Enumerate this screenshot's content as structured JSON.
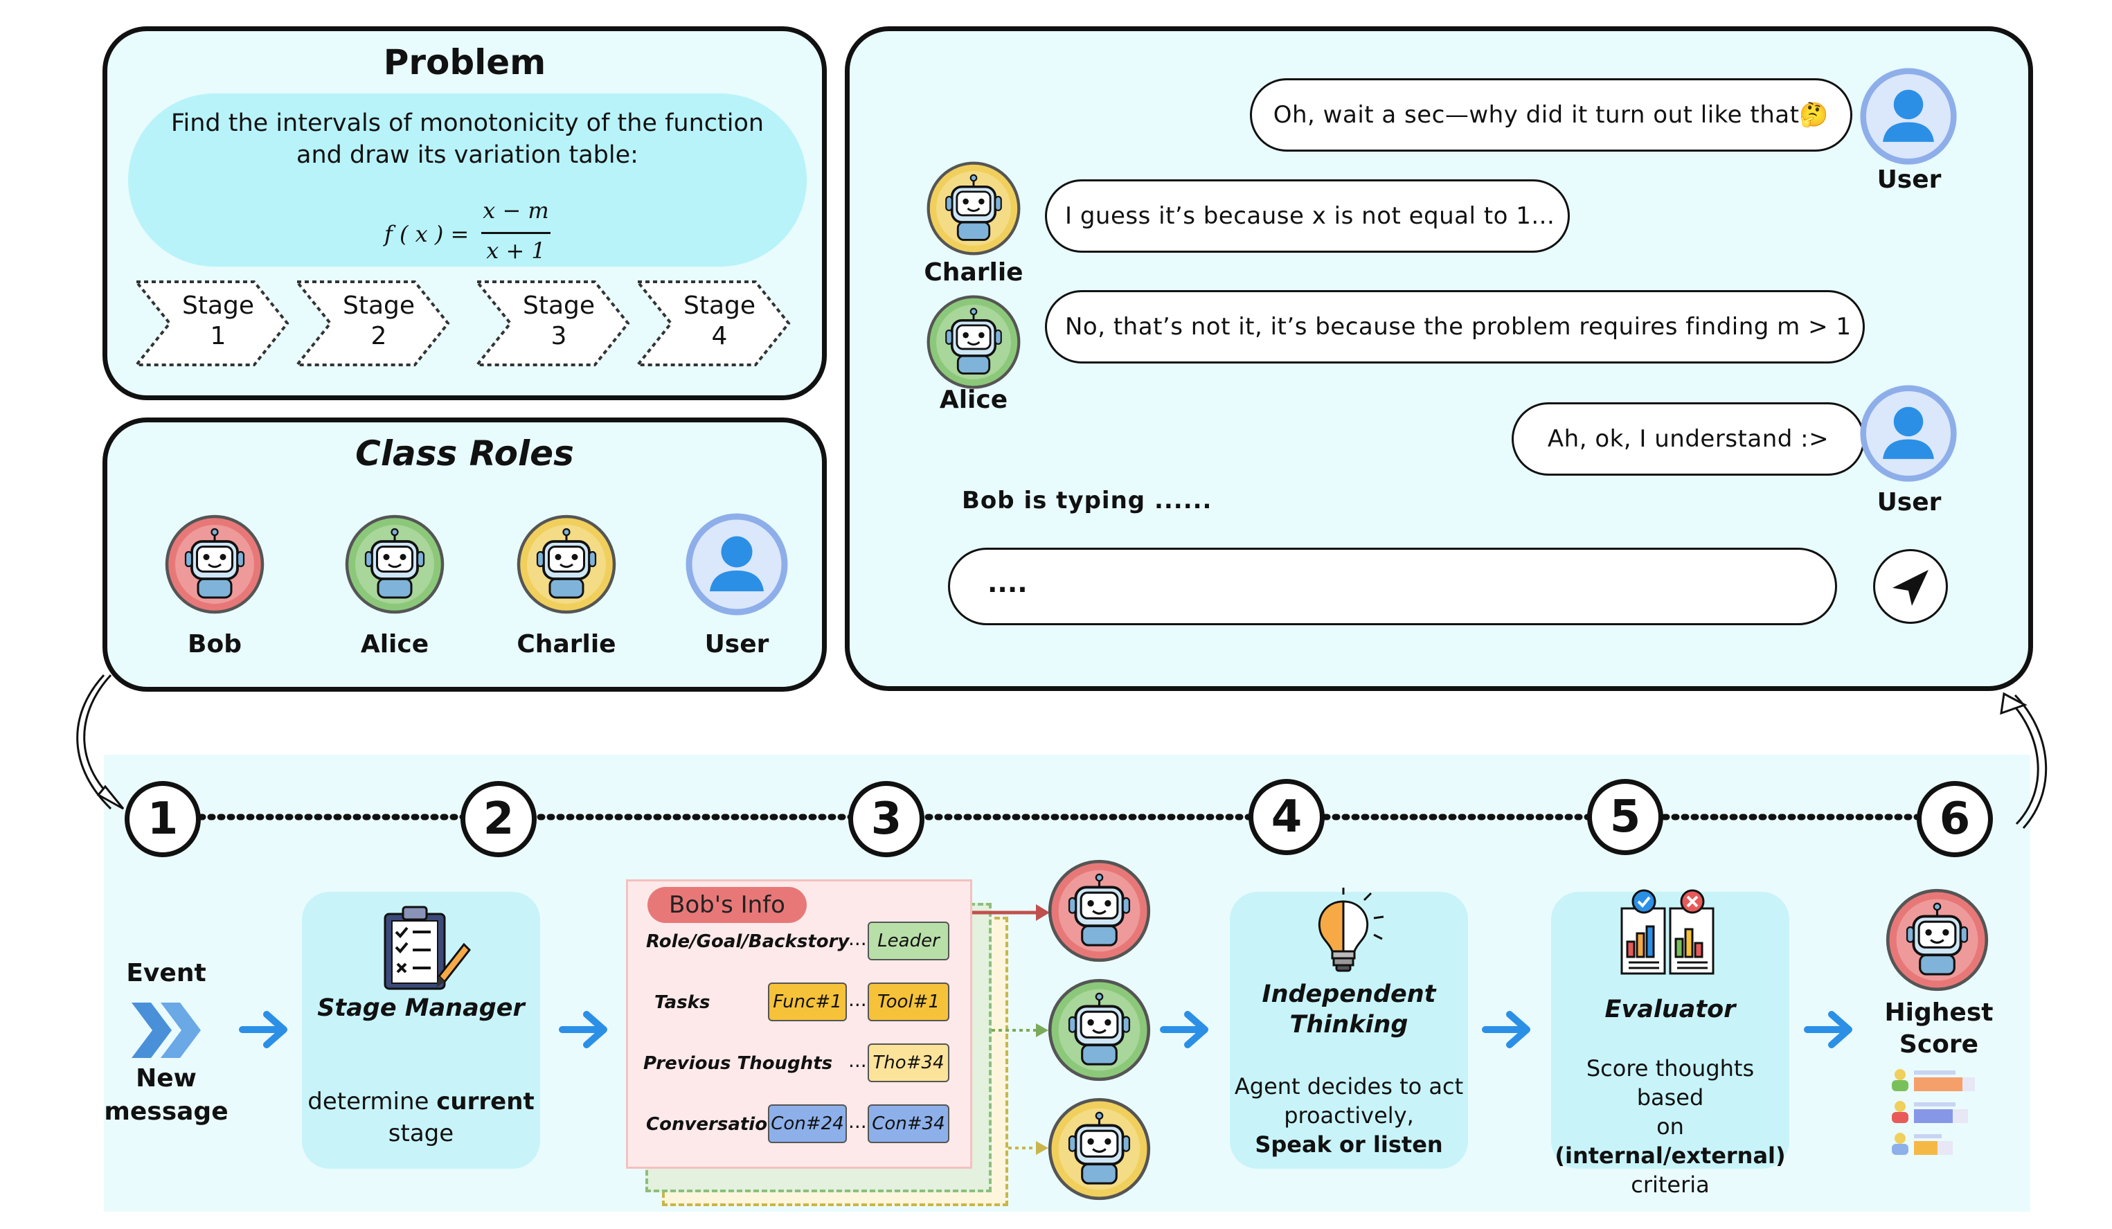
{
  "problem": {
    "title": "Problem",
    "text": "Find the intervals of monotonicity of the function and draw its variation table:",
    "formula_lhs": "f ( x ) =",
    "formula_num": "x − m",
    "formula_den": "x + 1",
    "stages": [
      {
        "label": "Stage",
        "num": "1"
      },
      {
        "label": "Stage",
        "num": "2"
      },
      {
        "label": "Stage",
        "num": "3"
      },
      {
        "label": "Stage",
        "num": "4"
      }
    ]
  },
  "roles": {
    "title": "Class Roles",
    "members": [
      {
        "name": "Bob",
        "kind": "robot",
        "color": "#e87878"
      },
      {
        "name": "Alice",
        "kind": "robot",
        "color": "#8cc87a"
      },
      {
        "name": "Charlie",
        "kind": "robot",
        "color": "#f0cf5c"
      },
      {
        "name": "User",
        "kind": "user",
        "color": "#8eaeea"
      }
    ]
  },
  "chat": {
    "messages": [
      {
        "speaker": "User",
        "text": "Oh, wait a sec—why did it turn out like that🤔"
      },
      {
        "speaker": "Charlie",
        "text": "I guess it’s because x is not equal to 1..."
      },
      {
        "speaker": "Alice",
        "text": "No, that’s not it, it’s because the problem requires finding m > 1"
      },
      {
        "speaker": "User",
        "text": "Ah, ok, I understand :>"
      }
    ],
    "typing": "Bob is typing ......",
    "input_value": "....",
    "send_icon": "send-icon"
  },
  "pipeline": {
    "steps": [
      "1",
      "2",
      "3",
      "4",
      "5",
      "6"
    ],
    "event_label": "Event",
    "new_message": "New message",
    "stage_manager": {
      "title": "Stage Manager",
      "desc_pre": "determine ",
      "desc_bold": "current",
      "desc_post": "stage"
    },
    "info": {
      "title": "Bob's Info",
      "rows": [
        {
          "label": "Role/Goal/Backstory",
          "tags": [
            "Leader"
          ]
        },
        {
          "label": "Tasks",
          "tags": [
            "Func#1",
            "Tool#1"
          ]
        },
        {
          "label": "Previous Thoughts",
          "tags": [
            "Tho#34"
          ]
        },
        {
          "label": "Conversation",
          "tags": [
            "Con#24",
            "Con#34"
          ]
        }
      ],
      "ellipsis": "..."
    },
    "thinking": {
      "title_line1": "Independent",
      "title_line2": "Thinking",
      "desc_line1": "Agent decides to act",
      "desc_line2": "proactively,",
      "desc_bold": "Speak or listen"
    },
    "evaluator": {
      "title": "Evaluator",
      "desc_line1": "Score thoughts based",
      "desc_on": "on",
      "desc_bold": "(internal/external)",
      "desc_line3": "criteria"
    },
    "highest": {
      "line1": "Highest",
      "line2": "Score"
    }
  },
  "colors": {
    "bob": "#e87878",
    "alice": "#8cc87a",
    "charlie": "#f0cf5c",
    "user": "#8eaeea",
    "arrow_blue": "#2b8fe6",
    "panel_bg": "#e8fbfd",
    "box_bg": "#c8f4f9"
  }
}
